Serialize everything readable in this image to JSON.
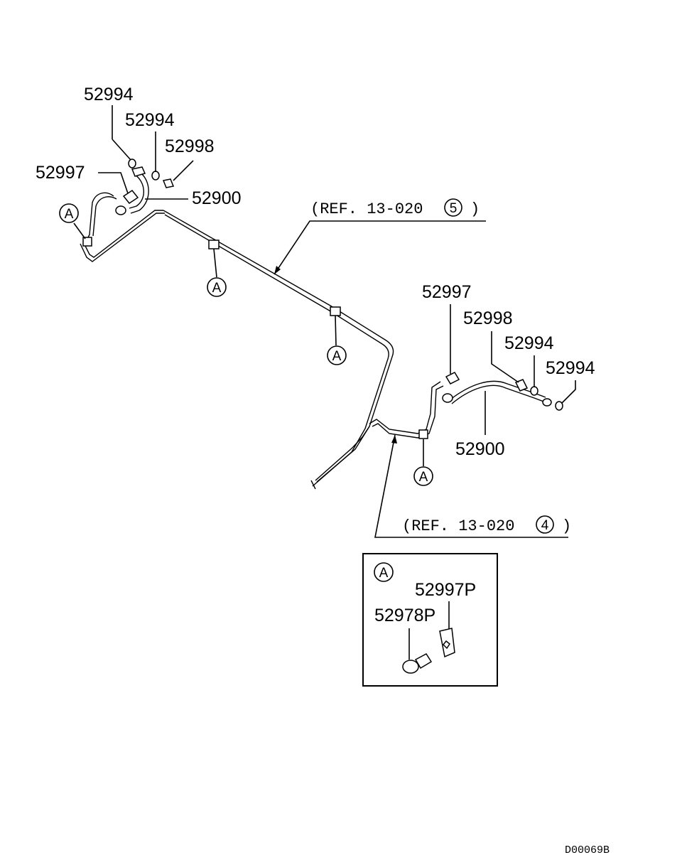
{
  "part_labels": {
    "left_washer_1": "52994",
    "left_washer_2": "52994",
    "left_bolt": "52998",
    "left_clip": "52997",
    "left_hose": "52900",
    "right_clip": "52997",
    "right_bolt": "52998",
    "right_washer_1": "52994",
    "right_washer_2": "52994",
    "right_hose": "52900",
    "detail_clip": "52997P",
    "detail_bolt": "52978P"
  },
  "references": {
    "upper": {
      "text": "(REF. 13-020",
      "circled": "5",
      "close": ")"
    },
    "lower": {
      "text": "(REF. 13-020",
      "circled": "4",
      "close": ")"
    }
  },
  "callout_letter": "A",
  "drawing_code": "D00069B"
}
